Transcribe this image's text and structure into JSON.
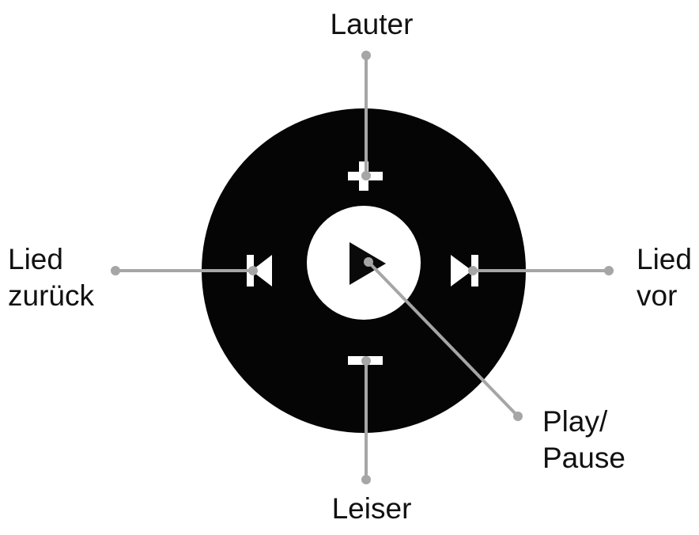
{
  "callouts": {
    "volume_up": "Lauter",
    "volume_down": "Leiser",
    "previous_line1": "Lied",
    "previous_line2": "zurück",
    "next_line1": "Lied",
    "next_line2": "vor",
    "play_line1": "Play/",
    "play_line2": "Pause"
  },
  "icons": {
    "volume_up": "plus-icon",
    "volume_down": "minus-icon",
    "previous": "skip-previous-icon",
    "next": "skip-next-icon",
    "play": "play-icon"
  },
  "colors": {
    "remote_body": "#050505",
    "center_button": "#ffffff",
    "icon_light": "#ffffff",
    "icon_dark": "#0a0a0a",
    "leader_line": "#a6a6a6",
    "text": "#111111"
  }
}
